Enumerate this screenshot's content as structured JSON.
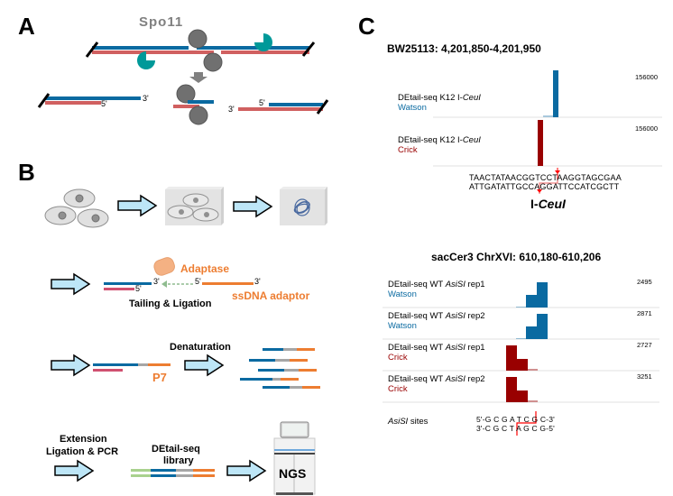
{
  "panels": {
    "A": {
      "letter": "A",
      "protein_label": "Spo11",
      "end_labels": {
        "three_prime": "3'",
        "five_prime": "5'"
      }
    },
    "B": {
      "letter": "B",
      "steps": [
        {
          "id": "cells",
          "icon": "cells-icon"
        },
        {
          "id": "agarose-plug",
          "icon": "plug-with-cells-icon"
        },
        {
          "id": "dna-in-plug",
          "icon": "dna-plug-icon"
        }
      ],
      "tailing": {
        "enzyme_label": "Adaptase",
        "adaptor_label": "ssDNA adaptor",
        "step_label": "Tailing & Ligation",
        "three_prime": "3'",
        "five_prime": "5'"
      },
      "denaturation": {
        "adaptor_label": "P7",
        "step_label": "Denaturation"
      },
      "library": {
        "step_label_line1": "Extension",
        "step_label_line2": "Ligation & PCR",
        "library_label_line1": "DEtail-seq",
        "library_label_line2": "library",
        "instrument_label": "NGS"
      },
      "colors": {
        "blue_strand": "#0a6aa1",
        "red_strand": "#d05070",
        "adaptor_orange": "#ed7d31",
        "linker_gray": "#a6a6a6",
        "green": "#a9d18e",
        "arrow_fill": "#bde6f7"
      }
    },
    "C": {
      "letter": "C",
      "ecoli": {
        "title": "BW25113: 4,201,850-4,201,950",
        "tracks": [
          {
            "name": "DEtail-seq K12 I-",
            "enzyme": "CeuI",
            "strand": "Watson",
            "scale": "156000"
          },
          {
            "name": "DEtail-seq K12 I-",
            "enzyme": "CeuI",
            "strand": "Crick",
            "scale": "156000"
          }
        ],
        "sequence_top": "TAACTATAACGGTCCTAAGGTAGCGAA",
        "sequence_bottom": "ATTGATATTGCCAGGATTCCATCGCTT",
        "site_label_prefix": "I-",
        "site_label_enzyme": "CeuI"
      },
      "yeast": {
        "title": "sacCer3 ChrXVI: 610,180-610,206",
        "tracks": [
          {
            "name_prefix": "DEtail-seq WT ",
            "enzyme": "AsiSI",
            "name_suffix": " rep1",
            "strand": "Watson",
            "scale": "2495"
          },
          {
            "name_prefix": "DEtail-seq WT ",
            "enzyme": "AsiSI",
            "name_suffix": " rep2",
            "strand": "Watson",
            "scale": "2871"
          },
          {
            "name_prefix": "DEtail-seq WT ",
            "enzyme": "AsiSI",
            "name_suffix": " rep1",
            "strand": "Crick",
            "scale": "2727"
          },
          {
            "name_prefix": "DEtail-seq WT ",
            "enzyme": "AsiSI",
            "name_suffix": " rep2",
            "strand": "Crick",
            "scale": "3251"
          }
        ],
        "sites_label_enzyme": "AsiSI",
        "sites_label_suffix": " sites",
        "site_top": "5'-G C G A T C G C-3'",
        "site_bottom": "3'-C G C T A G C G-5'"
      },
      "colors": {
        "watson": "#0a6aa1",
        "crick": "#990000",
        "cut": "#ff0000"
      }
    }
  }
}
